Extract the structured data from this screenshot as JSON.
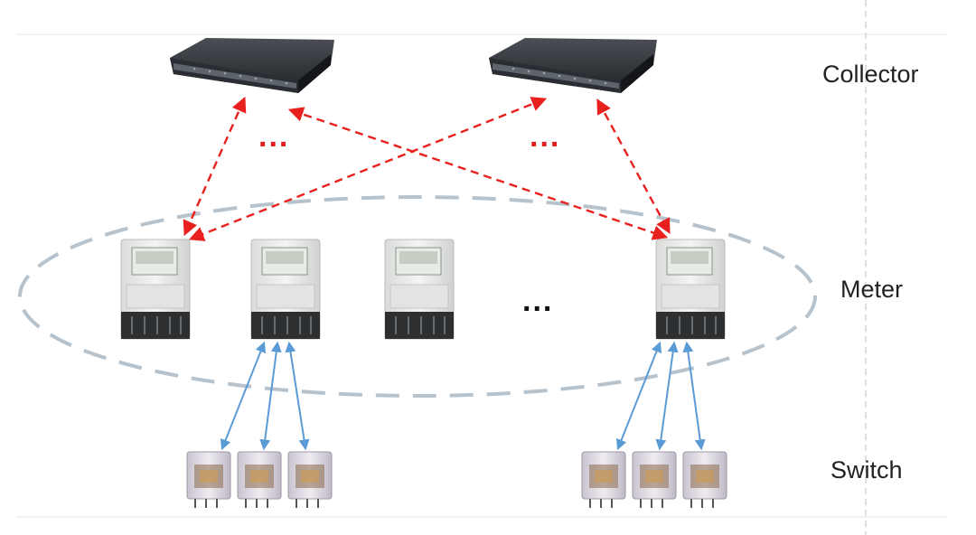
{
  "labels": {
    "collector": "Collector",
    "meter": "Meter",
    "switch": "Switch"
  },
  "ellipsis": {
    "collector_left": "...",
    "collector_right": "...",
    "meters": "..."
  },
  "colors": {
    "wireless_link": "#e8201e",
    "wired_link": "#5b9bd5",
    "group_outline": "#b6c2cc",
    "ellipsis_red": "#e0201e",
    "ellipsis_black": "#111111"
  },
  "nodes": {
    "collectors": 2,
    "meters": 4,
    "switches_per_group": 3
  }
}
